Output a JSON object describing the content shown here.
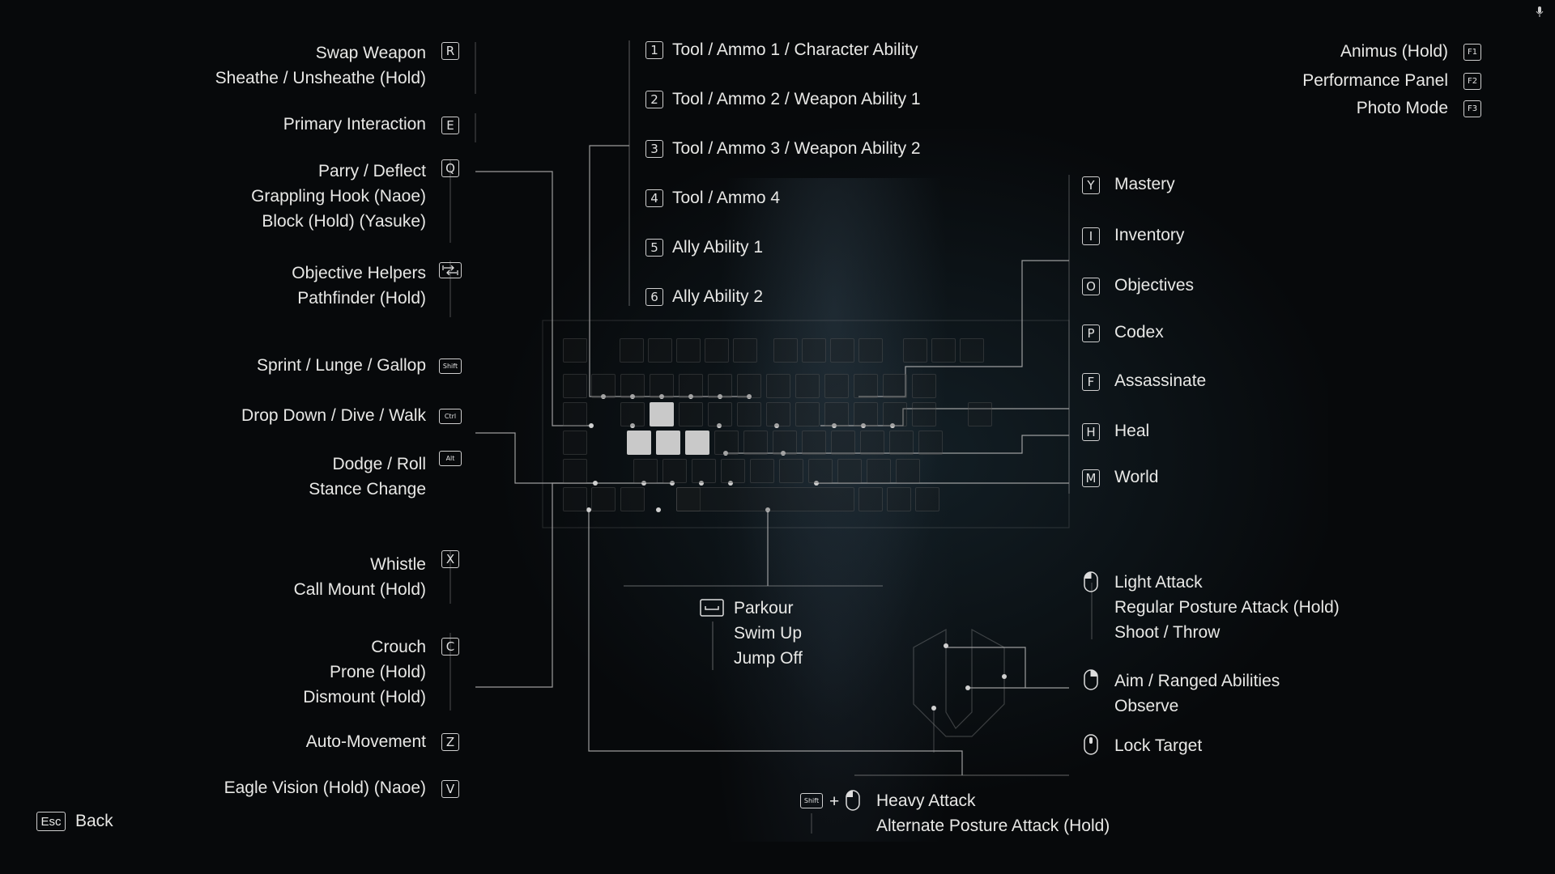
{
  "left_bindings": [
    {
      "lines": [
        "Swap Weapon",
        "Sheathe / Unsheathe (Hold)"
      ],
      "key": "R"
    },
    {
      "lines": [
        "Primary Interaction"
      ],
      "key": "E"
    },
    {
      "lines": [
        "Parry / Deflect",
        "Grappling Hook (Naoe)",
        "Block (Hold) (Yasuke)"
      ],
      "key": "Q"
    },
    {
      "lines": [
        "Objective Helpers",
        "Pathfinder (Hold)"
      ],
      "key": "Tab"
    },
    {
      "lines": [
        "Sprint / Lunge / Gallop"
      ],
      "key": "Shift"
    },
    {
      "lines": [
        "Drop Down / Dive / Walk"
      ],
      "key": "Ctrl"
    },
    {
      "lines": [
        "Dodge / Roll",
        "Stance Change"
      ],
      "key": "Alt"
    },
    {
      "lines": [
        "Whistle",
        "Call Mount (Hold)"
      ],
      "key": "X"
    },
    {
      "lines": [
        "Crouch",
        "Prone (Hold)",
        "Dismount (Hold)"
      ],
      "key": "C"
    },
    {
      "lines": [
        "Auto-Movement"
      ],
      "key": "Z"
    },
    {
      "lines": [
        "Eagle Vision (Hold) (Naoe)"
      ],
      "key": "V"
    }
  ],
  "number_bindings": [
    {
      "key": "1",
      "label": "Tool / Ammo 1 / Character Ability"
    },
    {
      "key": "2",
      "label": "Tool / Ammo 2 / Weapon Ability 1"
    },
    {
      "key": "3",
      "label": "Tool / Ammo 3 / Weapon Ability 2"
    },
    {
      "key": "4",
      "label": "Tool / Ammo 4"
    },
    {
      "key": "5",
      "label": "Ally Ability 1"
    },
    {
      "key": "6",
      "label": "Ally Ability 2"
    }
  ],
  "function_bindings": [
    {
      "label": "Animus (Hold)",
      "key": "F1"
    },
    {
      "label": "Performance Panel",
      "key": "F2"
    },
    {
      "label": "Photo Mode",
      "key": "F3"
    }
  ],
  "right_bindings": [
    {
      "key": "Y",
      "label": "Mastery"
    },
    {
      "key": "I",
      "label": "Inventory"
    },
    {
      "key": "O",
      "label": "Objectives"
    },
    {
      "key": "P",
      "label": "Codex"
    },
    {
      "key": "F",
      "label": "Assassinate"
    },
    {
      "key": "H",
      "label": "Heal"
    },
    {
      "key": "M",
      "label": "World"
    }
  ],
  "mouse_bindings": [
    {
      "icon": "mouse-left-icon",
      "lines": [
        "Light Attack",
        "Regular Posture Attack (Hold)",
        "Shoot / Throw"
      ]
    },
    {
      "icon": "mouse-right-icon",
      "lines": [
        "Aim / Ranged Abilities",
        "Observe"
      ]
    },
    {
      "icon": "mouse-middle-icon",
      "lines": [
        "Lock Target"
      ]
    }
  ],
  "space_binding": {
    "icon": "spacebar-icon",
    "lines": [
      "Parkour",
      "Swim Up",
      "Jump Off"
    ]
  },
  "combo_binding": {
    "key": "Shift",
    "plus": "+",
    "icon": "mouse-left-icon",
    "lines": [
      "Heavy Attack",
      "Alternate Posture Attack (Hold)"
    ]
  },
  "footer": {
    "key": "Esc",
    "label": "Back"
  },
  "colors": {
    "background": "#07090b",
    "text": "#e8e8e6",
    "line": "#b8b8b8",
    "highlight_key": "#c9c9c9"
  }
}
